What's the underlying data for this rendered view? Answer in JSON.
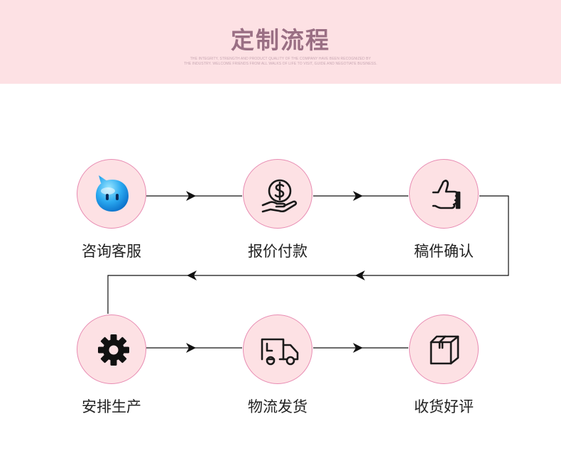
{
  "header": {
    "title": "定制流程",
    "subtitle_line1": "THE INTEGRITY, STRENGTH AND PRODUCT QUALITY OF THE COMPANY HAVE BEEN RECOGNIZED BY",
    "subtitle_line2": "THE INDUSTRY. WELCOME FRIENDS FROM ALL WALKS OF LIFE TO VISIT, GUIDE AND NEGOTIATE BUSINESS."
  },
  "steps": [
    {
      "label": "咨询客服",
      "icon": "chat-bubble-icon"
    },
    {
      "label": "报价付款",
      "icon": "money-hand-icon"
    },
    {
      "label": "稿件确认",
      "icon": "thumbs-up-icon"
    },
    {
      "label": "安排生产",
      "icon": "gear-icon"
    },
    {
      "label": "物流发货",
      "icon": "delivery-truck-icon"
    },
    {
      "label": "收货好评",
      "icon": "package-box-icon"
    }
  ],
  "colors": {
    "banner": "#fde1e4",
    "title": "#9a6f84",
    "node_fill": "#fde1e4",
    "node_border": "#e88bb2",
    "connector": "#111111"
  }
}
